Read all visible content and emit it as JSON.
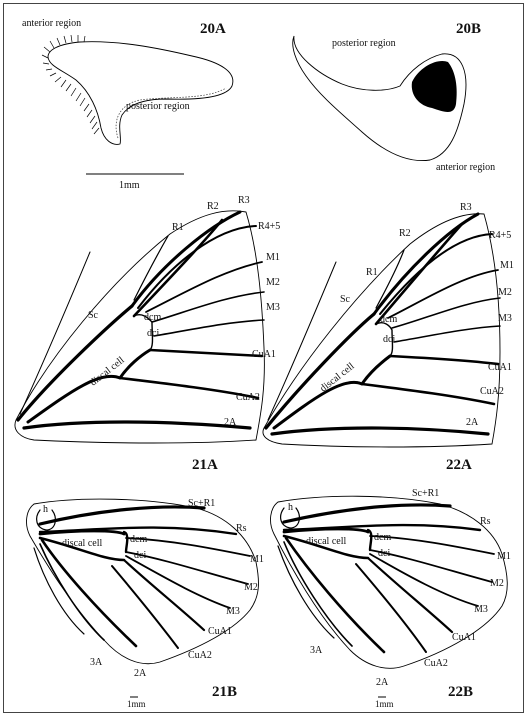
{
  "figures": {
    "f20A": {
      "id": "20A",
      "labels": {
        "anterior": "anterior region",
        "posterior": "posterior region"
      },
      "scale": "1mm"
    },
    "f20B": {
      "id": "20B",
      "labels": {
        "posterior": "posterior region",
        "anterior": "anterior region"
      }
    },
    "f21A": {
      "id": "21A",
      "labels": {
        "R1": "R1",
        "R2": "R2",
        "R3": "R3",
        "R45": "R4+5",
        "M1": "M1",
        "M2": "M2",
        "M3": "M3",
        "Sc": "Sc",
        "dcm": "dcm",
        "dci": "dci",
        "discal": "discal cell",
        "CuA1": "CuA1",
        "CuA2": "CuA2",
        "A2": "2A"
      }
    },
    "f22A": {
      "id": "22A",
      "labels": {
        "R1": "R1",
        "R2": "R2",
        "R3": "R3",
        "R45": "R4+5",
        "M1": "M1",
        "M2": "M2",
        "M3": "M3",
        "Sc": "Sc",
        "dcm": "dcm",
        "dci": "dci",
        "discal": "discal cell",
        "CuA1": "CuA1",
        "CuA2": "CuA2",
        "A2": "2A"
      }
    },
    "f21B": {
      "id": "21B",
      "labels": {
        "h": "h",
        "ScR1": "Sc+R1",
        "Rs": "Rs",
        "discal": "discal cell",
        "dcm": "dcm",
        "dci": "dci",
        "M1": "M1",
        "M2": "M2",
        "M3": "M3",
        "CuA1": "CuA1",
        "CuA2": "CuA2",
        "A3": "3A",
        "A2": "2A"
      },
      "scale": "1mm"
    },
    "f22B": {
      "id": "22B",
      "labels": {
        "h": "h",
        "ScR1": "Sc+R1",
        "Rs": "Rs",
        "discal": "discal cell",
        "dcm": "dcm",
        "dci": "dci",
        "M1": "M1",
        "M2": "M2",
        "M3": "M3",
        "CuA1": "CuA1",
        "CuA2": "CuA2",
        "A3": "3A",
        "A2": "2A"
      },
      "scale": "1mm"
    }
  },
  "colors": {
    "line": "#000000",
    "background": "#ffffff",
    "border": "#444444"
  }
}
